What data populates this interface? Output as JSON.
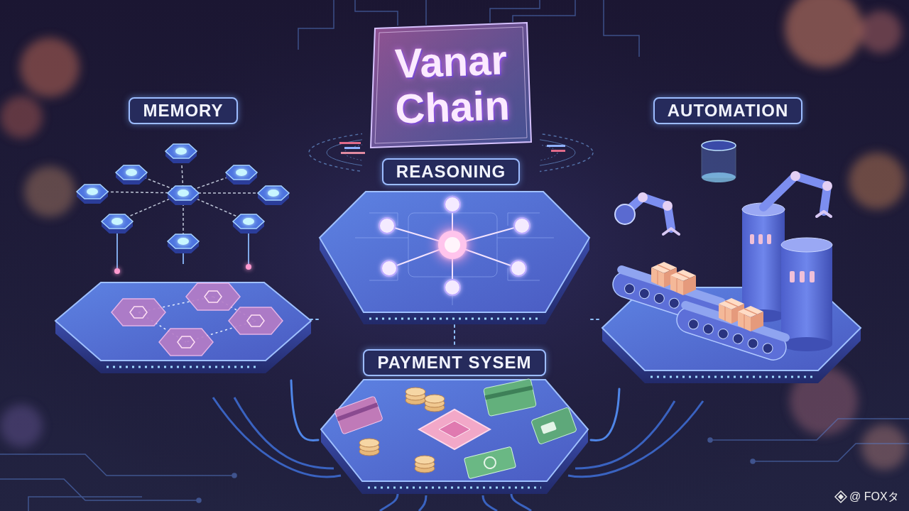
{
  "diagram": {
    "title": "Vanar Chain",
    "nodes": [
      {
        "text": [
          "MEMORY"
        ]
      },
      {
        "text": [
          "AUTOMATION"
        ]
      },
      {
        "text": [
          "REASONING"
        ]
      },
      {
        "text": [
          "PAYMENT SYSEM"
        ]
      }
    ],
    "edges": [
      {
        "from": 2,
        "to": 0,
        "arrow": "none"
      },
      {
        "from": 2,
        "to": 1,
        "arrow": "none"
      },
      {
        "from": 2,
        "to": 3,
        "arrow": "none"
      },
      {
        "from": 3,
        "to": 0,
        "arrow": "none"
      },
      {
        "from": 3,
        "to": 1,
        "arrow": "none"
      }
    ],
    "labels": [
      "@ FOXタ"
    ]
  }
}
